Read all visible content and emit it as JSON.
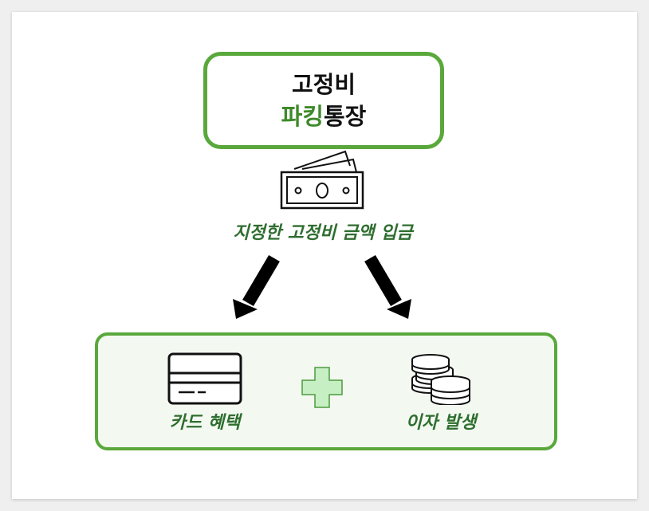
{
  "account": {
    "title_line1": "고정비",
    "title_line2_accent": "파킹",
    "title_line2_rest": "통장"
  },
  "flow": {
    "deposit_label": "지정한 고정비 금액 입금"
  },
  "benefits": {
    "left_label": "카드 혜택",
    "right_label": "이자 발생"
  },
  "colors": {
    "border_green": "#5aa83c",
    "text_green": "#2e6e2f",
    "plus_fill": "#c6efc4"
  },
  "icons": [
    "money-icon",
    "credit-card-icon",
    "plus-icon",
    "coins-icon",
    "arrow-down-left-icon",
    "arrow-down-right-icon"
  ]
}
